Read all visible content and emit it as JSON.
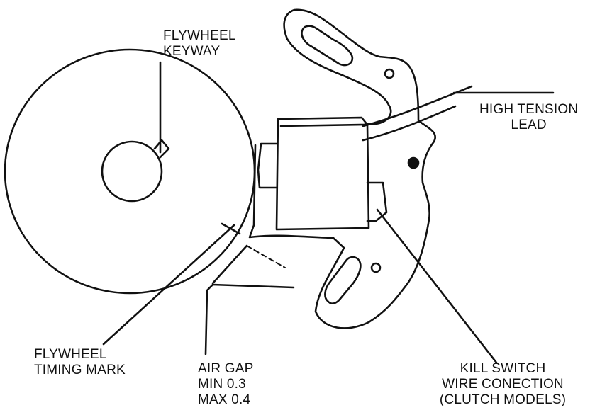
{
  "labels": {
    "keyway": [
      "FLYWHEEL",
      "KEYWAY"
    ],
    "high_tension": [
      "HIGH TENSION",
      "LEAD"
    ],
    "timing_mark": [
      "FLYWHEEL",
      "TIMING MARK"
    ],
    "air_gap": [
      "AIR GAP",
      "MIN 0.3",
      "MAX 0.4"
    ],
    "kill_switch": [
      "KILL SWITCH",
      "WIRE CONECTION",
      "(CLUTCH MODELS)"
    ]
  },
  "colors": {
    "ink": "#111111",
    "paper": "#ffffff"
  }
}
